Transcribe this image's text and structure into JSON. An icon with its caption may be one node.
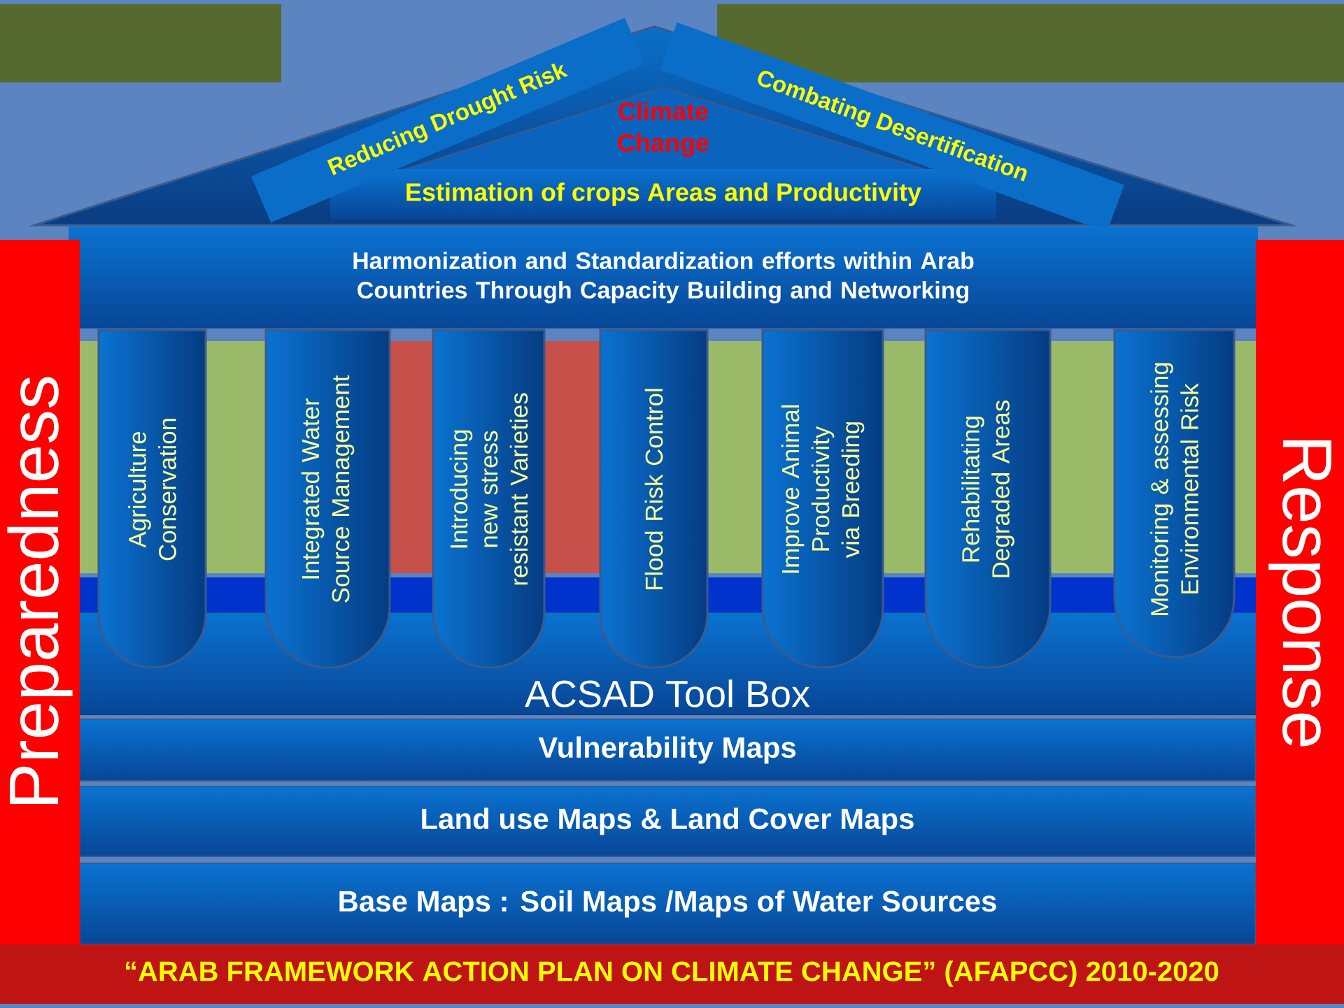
{
  "diagram": {
    "title": "“ARAB FRAMEWORK ACTION PLAN ON CLIMATE  CHANGE” (AFAPCC) 2010-2020",
    "nodes": [
      {
        "text": [
          "Reducing Drought Risk"
        ]
      },
      {
        "text": [
          "Combating Desertification"
        ]
      },
      {
        "text": [
          "Estimation of crops Areas and Productivity"
        ]
      },
      {
        "text": [
          "Harmonization and Standardization efforts within Arab Countries Through Capacity Building and Networking"
        ]
      },
      {
        "text": [
          "Agriculture Conservation"
        ]
      },
      {
        "text": [
          "Integrated Water Source Management"
        ]
      },
      {
        "text": [
          "Introducing new stress resistant Varieties"
        ]
      },
      {
        "text": [
          "Flood Risk Control"
        ]
      },
      {
        "text": [
          "Improve Animal Productivity via Breeding"
        ]
      },
      {
        "text": [
          "Rehabilitating Degraded Areas"
        ]
      },
      {
        "text": [
          "Monitoring  & assessing Environmental Risk"
        ]
      },
      {
        "text": [
          "ACSAD Tool Box"
        ]
      },
      {
        "text": [
          "Vulnerability Maps"
        ]
      },
      {
        "text": [
          "Land use Maps  & Land Cover Maps"
        ]
      },
      {
        "text": [
          "Base Maps    : Soil Maps /Maps of Water Sources"
        ]
      },
      {
        "text": [
          "Preparedness"
        ]
      },
      {
        "text": [
          "Response"
        ]
      }
    ],
    "labels": [
      "Climate Change"
    ]
  }
}
